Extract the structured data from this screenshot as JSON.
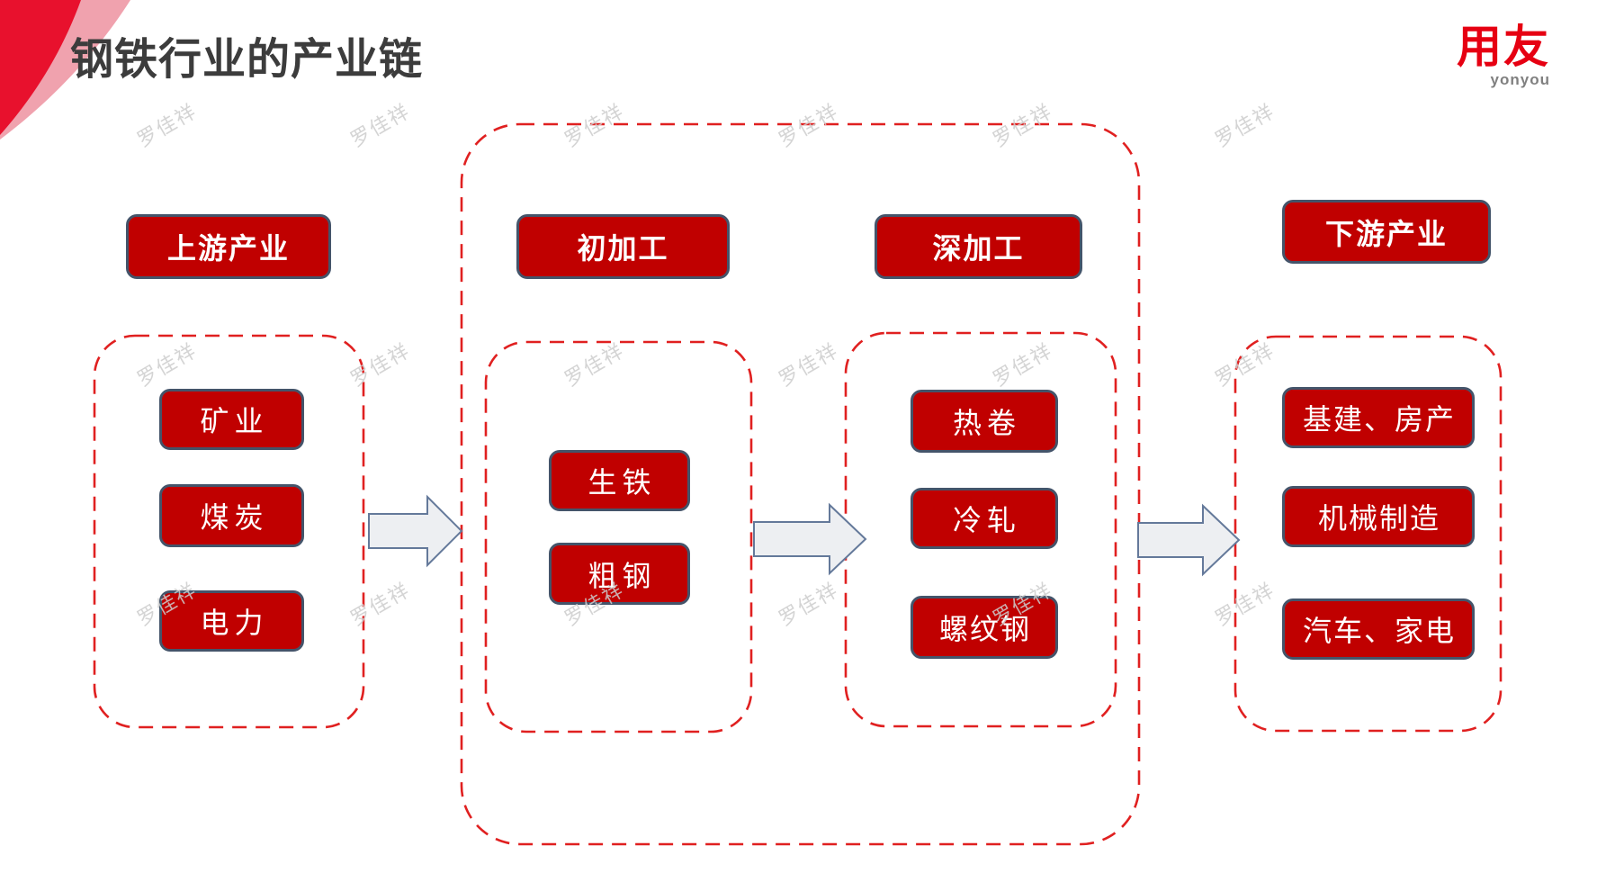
{
  "page": {
    "title": "钢铁行业的产业链"
  },
  "logo": {
    "cn": "用友",
    "en": "yonyou"
  },
  "diagram": {
    "columns": [
      {
        "header": "上游产业",
        "items": [
          "矿业",
          "煤炭",
          "电力"
        ]
      },
      {
        "header": "初加工",
        "items": [
          "生铁",
          "粗钢"
        ]
      },
      {
        "header": "深加工",
        "items": [
          "热卷",
          "冷轧",
          "螺纹钢"
        ]
      },
      {
        "header": "下游产业",
        "items": [
          "基建、房产",
          "机械制造",
          "汽车、家电"
        ]
      }
    ],
    "flow": [
      "上游产业",
      "初加工",
      "深加工",
      "下游产业"
    ],
    "arrow_count": 3
  },
  "watermarks": {
    "text": "罗佳祥",
    "xs": [
      185,
      422,
      660,
      898,
      1136,
      1383
    ],
    "ys": [
      138,
      404,
      670
    ]
  },
  "colors": {
    "box_fill": "#c00000",
    "box_border": "#44546a",
    "dashed_outline": "#e02020",
    "arrow_fill": "#edeff2",
    "arrow_stroke": "#64799a",
    "title_text": "#3c3c3c",
    "logo_red": "#e60012",
    "logo_gray": "#808080"
  }
}
